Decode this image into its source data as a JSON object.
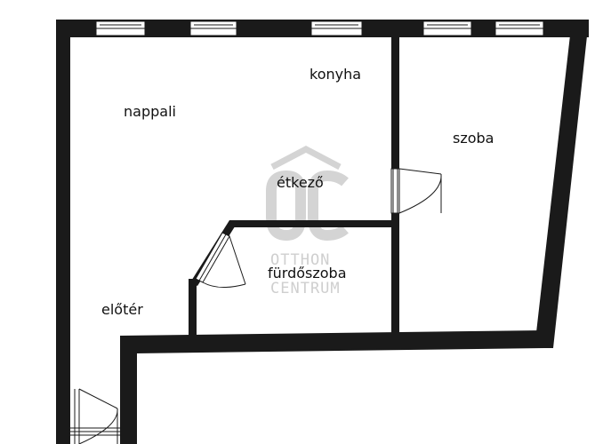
{
  "rooms": {
    "nappali": "nappali",
    "konyha": "konyha",
    "szoba": "szoba",
    "etkezo": "étkező",
    "furdoszoba": "fürdőszoba",
    "eloter": "előtér"
  },
  "watermark": {
    "logo": "OC",
    "line1": "OTTHON",
    "line2": "CENTRUM"
  },
  "colors": {
    "wall": "#1a1a1a",
    "watermark": "#cfcfcf"
  }
}
